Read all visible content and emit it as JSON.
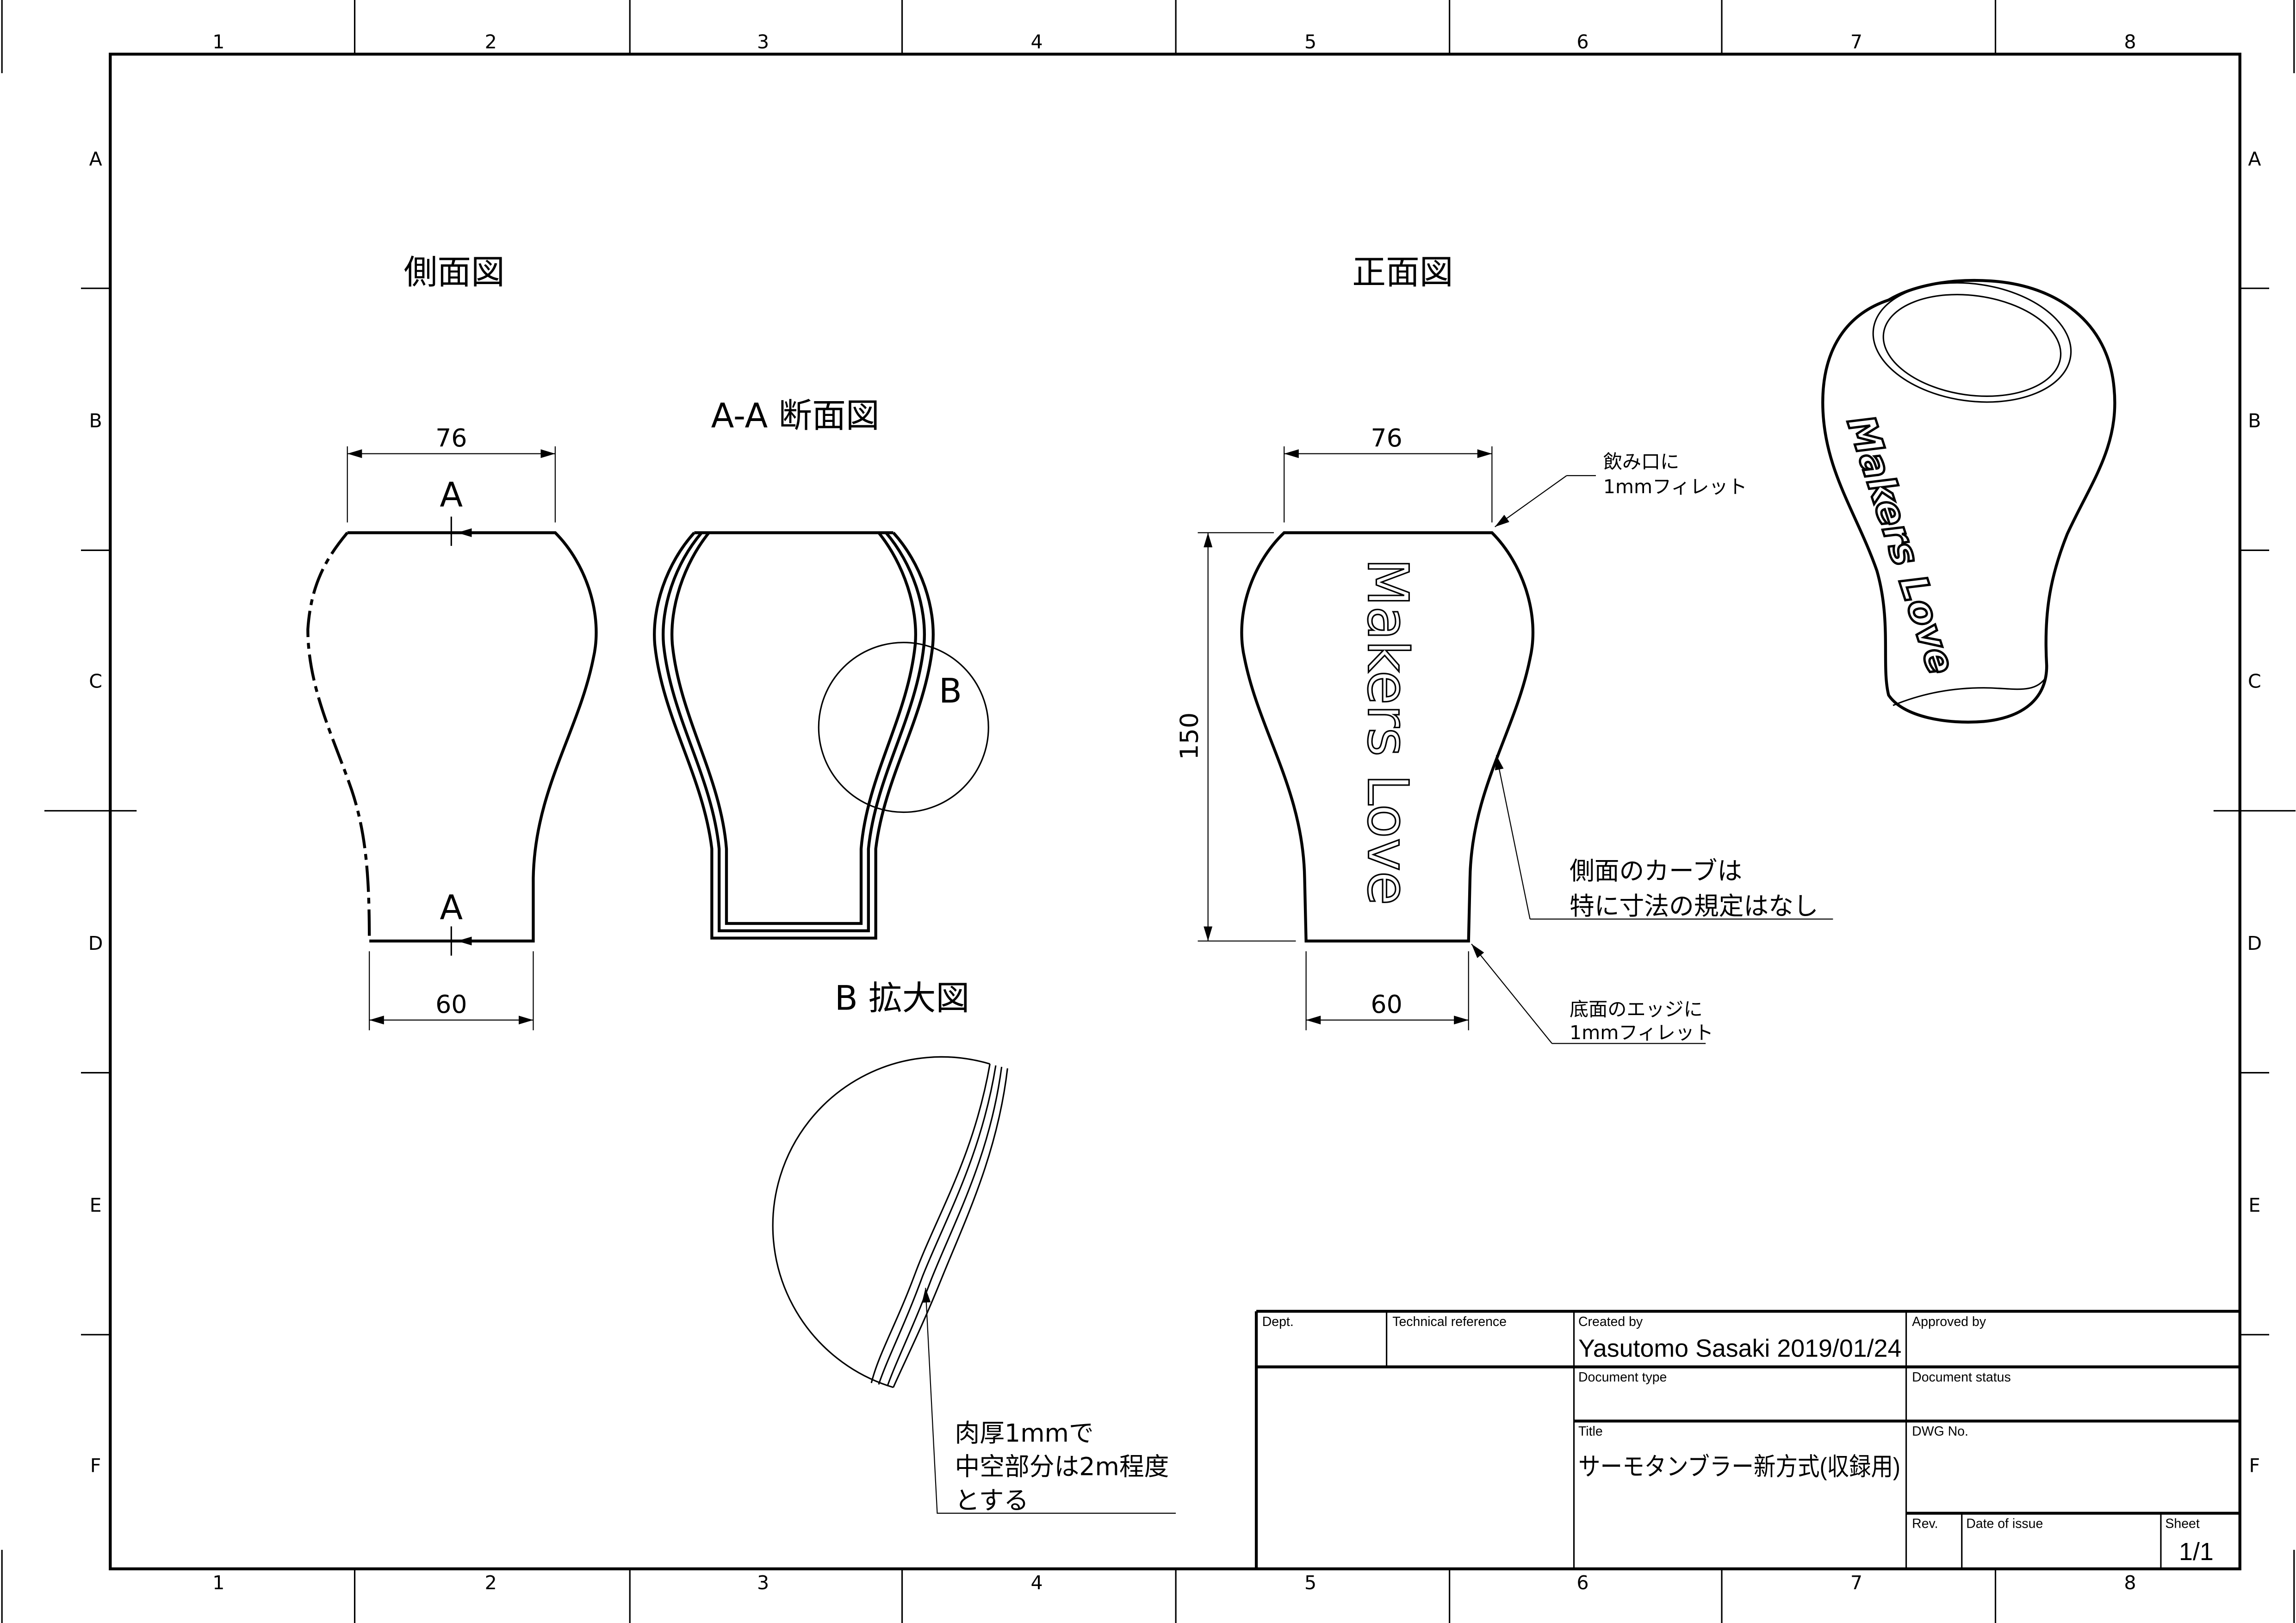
{
  "frame": {
    "columns": [
      "1",
      "2",
      "3",
      "4",
      "5",
      "6",
      "7",
      "8"
    ],
    "rows": [
      "A",
      "B",
      "C",
      "D",
      "E",
      "F"
    ]
  },
  "views": {
    "side_view_title": "側面図",
    "front_view_title": "正面図",
    "section_title": "A-A 断面図",
    "detail_title": "B 拡大図",
    "section_marker": "A",
    "detail_marker": "B"
  },
  "dimensions": {
    "top_width": "76",
    "bottom_width": "60",
    "height": "150"
  },
  "engraving": "Makers Love",
  "notes": {
    "rim_fillet": [
      "飲み口に",
      "1mmフィレット"
    ],
    "side_curve": [
      "側面のカーブは",
      "特に寸法の規定はなし"
    ],
    "bottom_fillet": [
      "底面のエッジに",
      "1mmフィレット"
    ],
    "wall": [
      "肉厚1mmで",
      "中空部分は2m程度",
      "とする"
    ]
  },
  "title_block": {
    "dept_label": "Dept.",
    "tech_ref_label": "Technical reference",
    "created_by_label": "Created by",
    "created_by_value": "Yasutomo Sasaki 2019/01/24",
    "approved_by_label": "Approved by",
    "document_type_label": "Document type",
    "document_status_label": "Document status",
    "title_label": "Title",
    "title_value": "サーモタンブラー新方式(収録用)",
    "dwg_no_label": "DWG No.",
    "rev_label": "Rev.",
    "date_of_issue_label": "Date of issue",
    "sheet_label": "Sheet",
    "sheet_value": "1/1"
  }
}
